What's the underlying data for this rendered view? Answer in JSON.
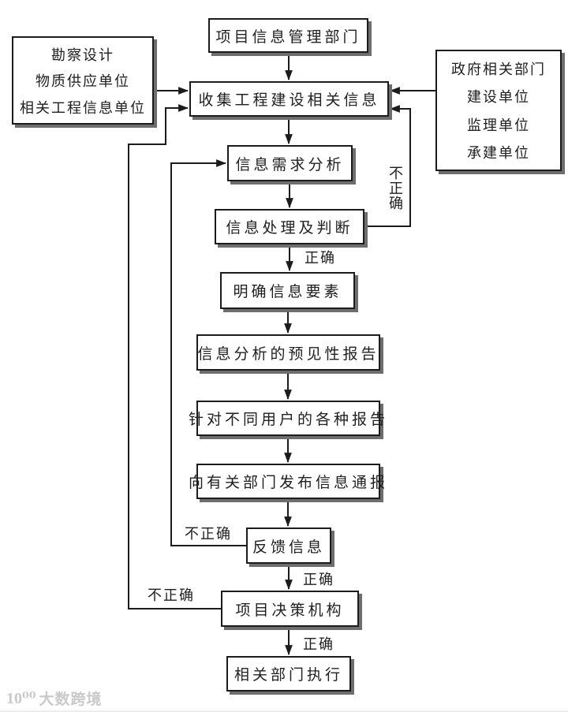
{
  "diagram": {
    "nodes": {
      "info_dept": {
        "label": "项目信息管理部门"
      },
      "collect": {
        "label": "收集工程建设相关信息"
      },
      "sources_left": {
        "lines": [
          "勘察设计",
          "物质供应单位",
          "相关工程信息单位"
        ]
      },
      "sources_right": {
        "lines": [
          "政府相关部门",
          "建设单位",
          "监理单位",
          "承建单位"
        ]
      },
      "demand": {
        "label": "信息需求分析"
      },
      "process": {
        "label": "信息处理及判断"
      },
      "clarify": {
        "label": "明确信息要素"
      },
      "forecast": {
        "label": "信息分析的预见性报告"
      },
      "reports": {
        "label": "针对不同用户的各种报告"
      },
      "publish": {
        "label": "向有关部门发布信息通报"
      },
      "feedback": {
        "label": "反馈信息"
      },
      "decision": {
        "label": "项目决策机构"
      },
      "execute": {
        "label": "相关部门执行"
      }
    },
    "edge_labels": {
      "correct_process_to_clarify": "正确",
      "correct_feedback_to_decision": "正确",
      "correct_decision_to_execute": "正确",
      "incorrect_process_to_collect": "不正确",
      "incorrect_feedback_to_demand": "不正确",
      "incorrect_decision_to_collect": "不正确"
    },
    "colors": {
      "line": "#1c1c1c",
      "border": "#1c1c1c",
      "fill": "#ffffff",
      "shadow": "#6e6e6e",
      "bg": "#ffffff",
      "text": "#202020",
      "watermark": "#c9c9c9"
    }
  },
  "watermark": {
    "logo": "10⁰⁰",
    "text": "大数跨境"
  }
}
